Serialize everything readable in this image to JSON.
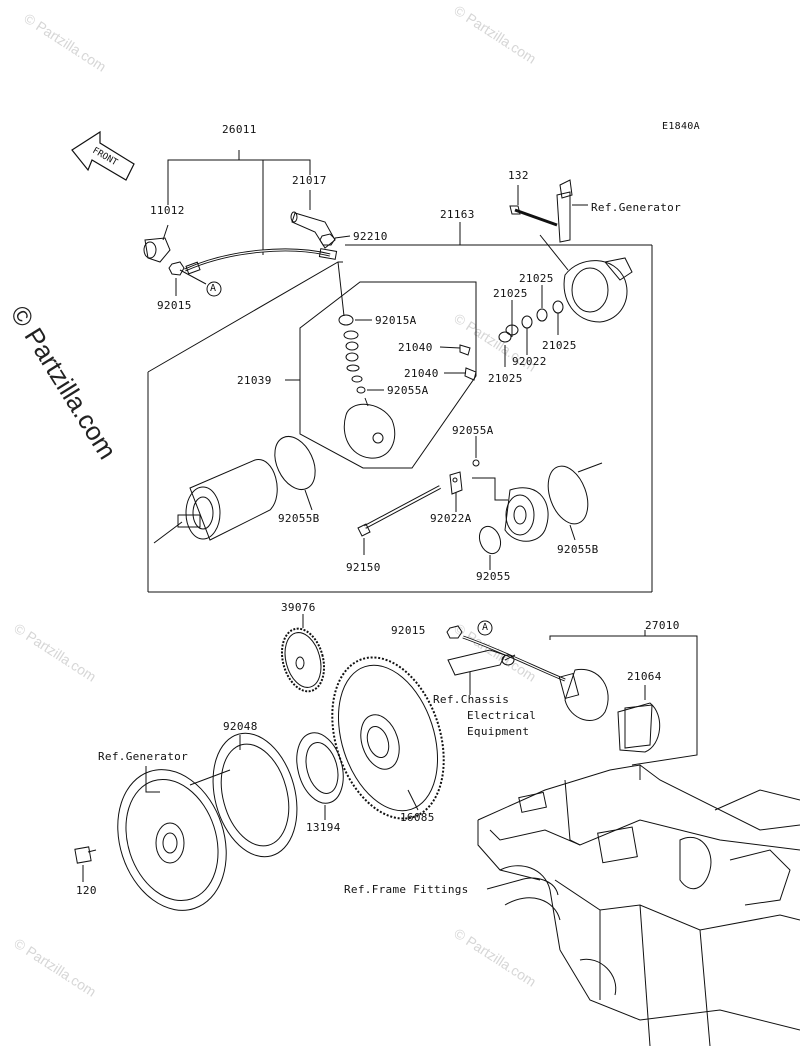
{
  "diagram_code": "E1840A",
  "front_label": "FRONT",
  "watermark": "© Partzilla.com",
  "labels": {
    "p26011": "26011",
    "p21017": "21017",
    "p11012": "11012",
    "p92210": "92210",
    "p92015_top": "92015",
    "p21163": "21163",
    "p132": "132",
    "ref_generator_top": "Ref.Generator",
    "p21025_a": "21025",
    "p21025_b": "21025",
    "p21025_c": "21025",
    "p21025_d": "21025",
    "p92022": "92022",
    "p92015A": "92015A",
    "p21040_a": "21040",
    "p21040_b": "21040",
    "p21039": "21039",
    "p92055A_a": "92055A",
    "p92055A_b": "92055A",
    "p92055B_a": "92055B",
    "p92055B_b": "92055B",
    "p92022A": "92022A",
    "p92150": "92150",
    "p92055": "92055",
    "p39076": "39076",
    "p92015_mid": "92015",
    "p27010": "27010",
    "p21064": "21064",
    "ref_chassis_1": "Ref.Chassis",
    "ref_chassis_2": "Electrical",
    "ref_chassis_3": "Equipment",
    "p92048": "92048",
    "ref_generator_bot": "Ref.Generator",
    "p13194": "13194",
    "p16085": "16085",
    "p120": "120",
    "ref_frame": "Ref.Frame Fittings",
    "callout_a": "A"
  }
}
